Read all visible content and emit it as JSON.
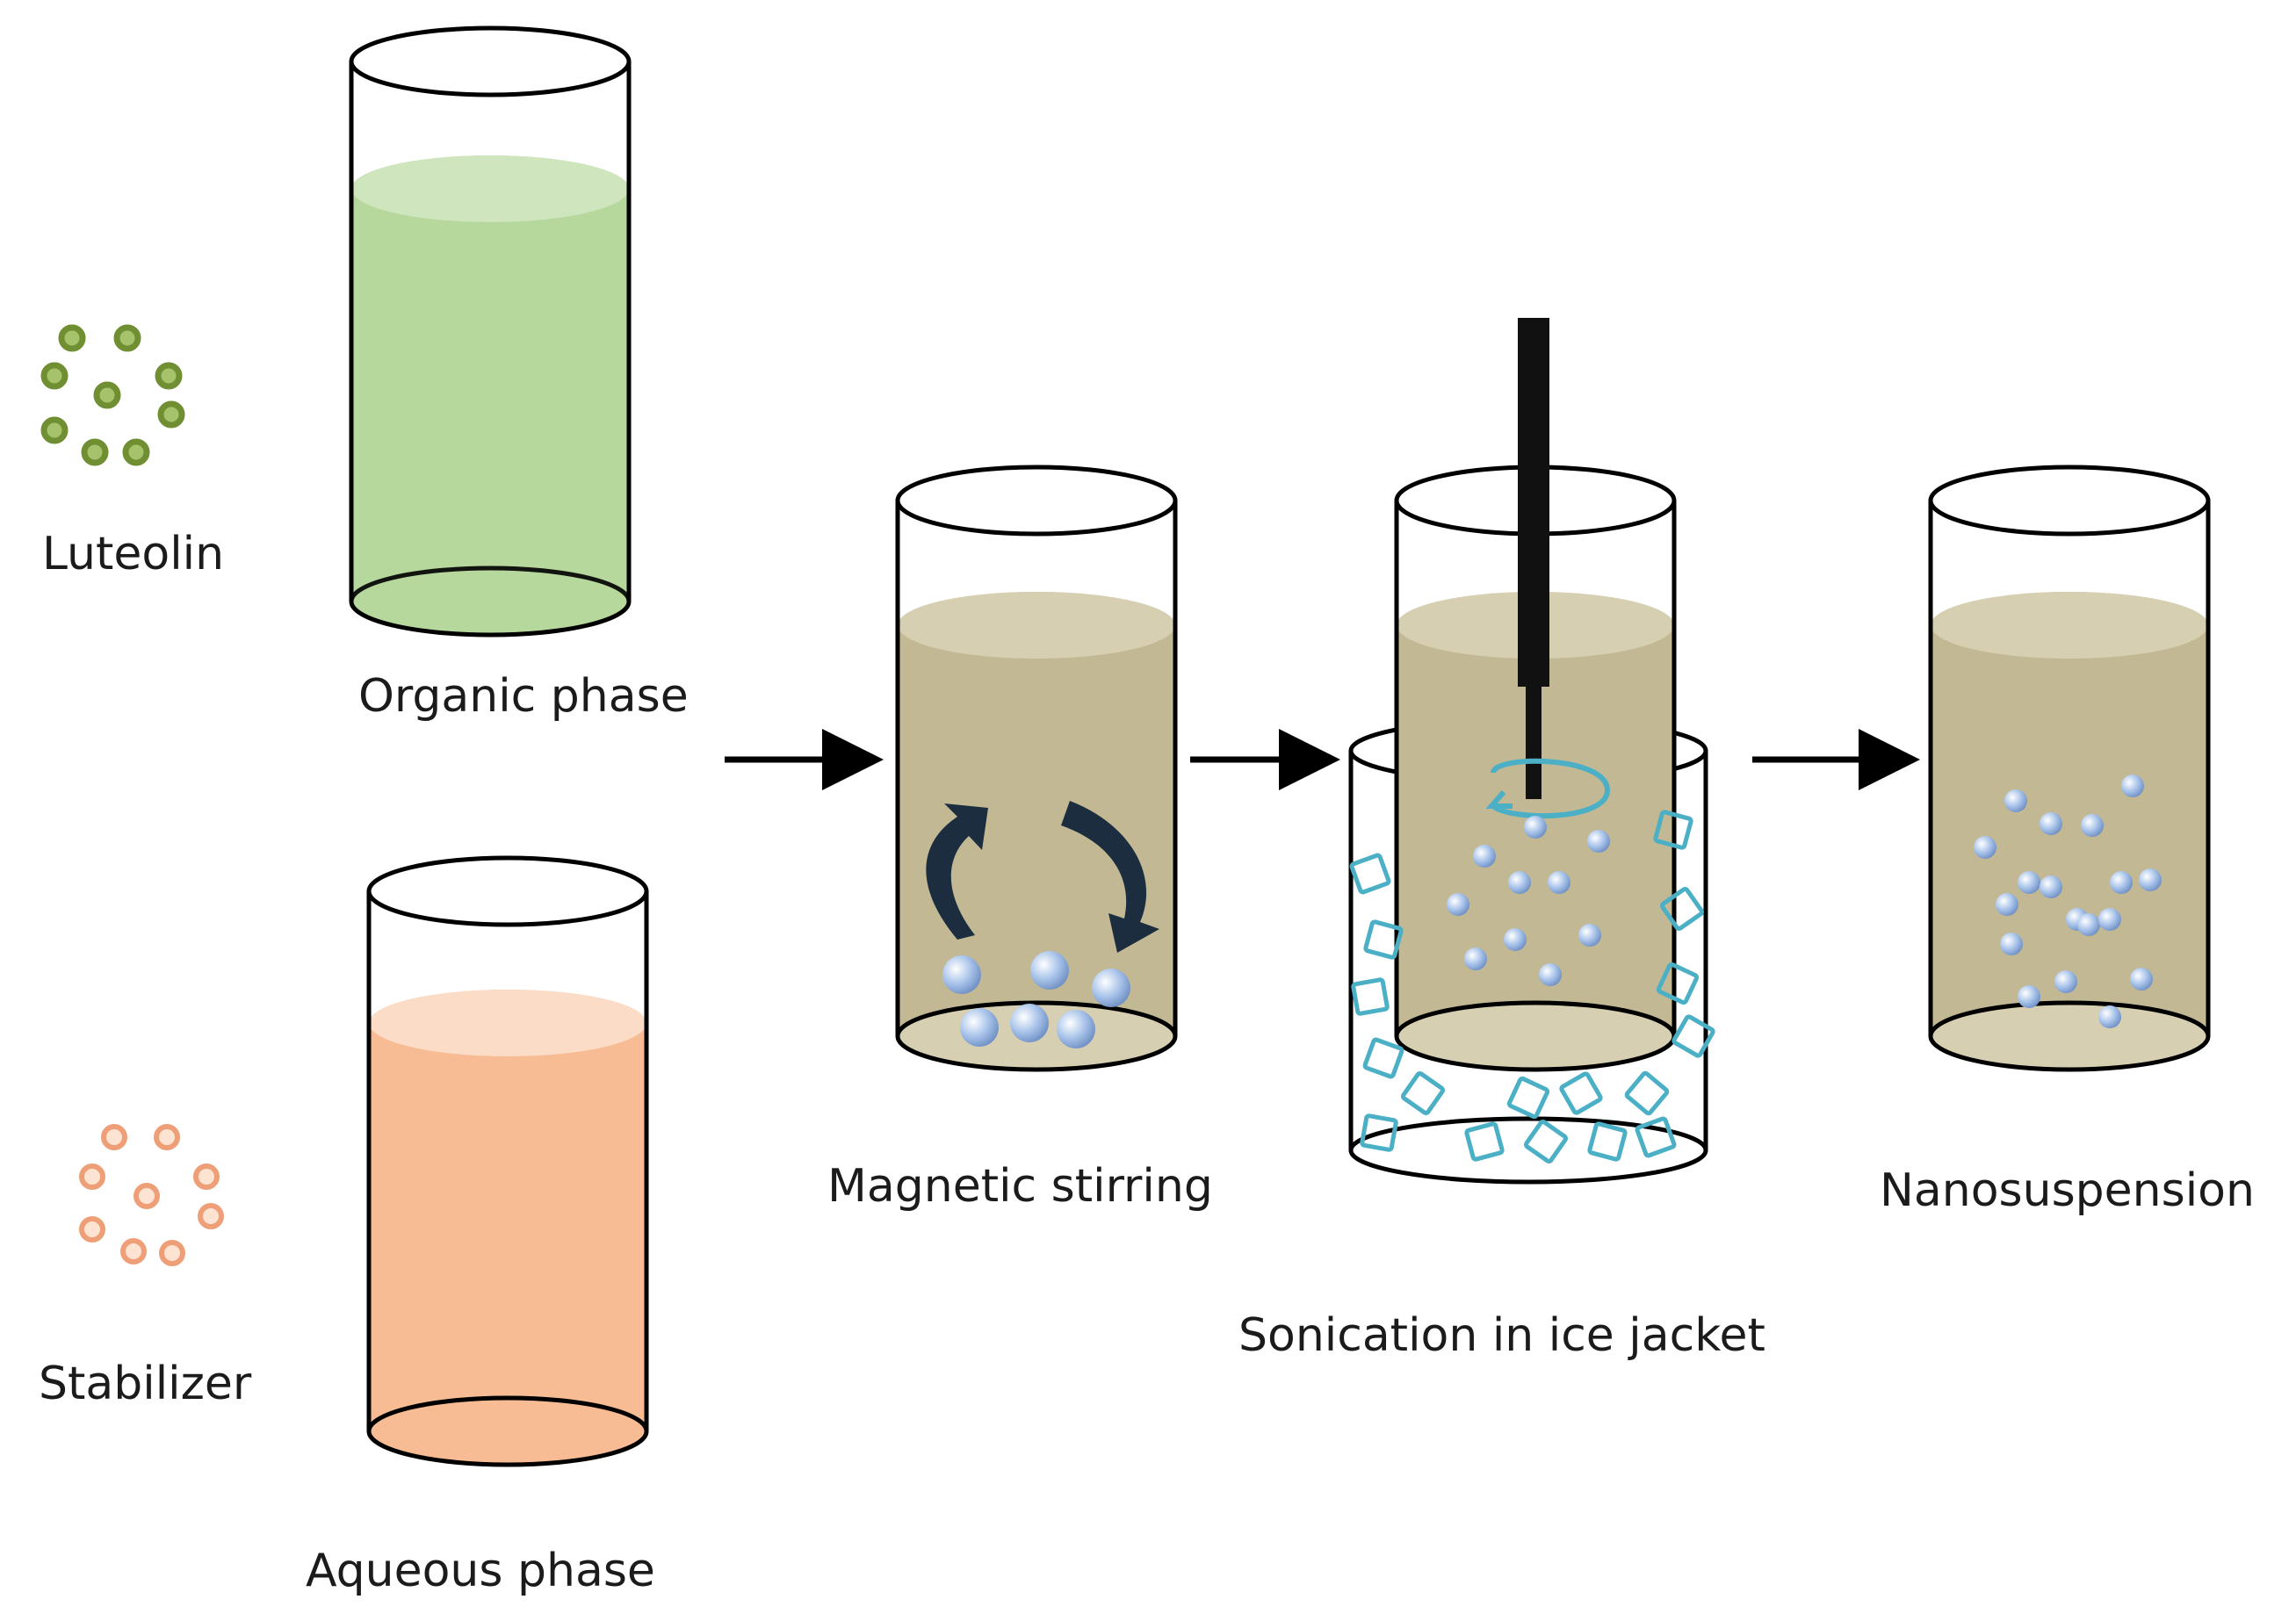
{
  "labels": {
    "luteolin": "Luteolin",
    "stabilizer": "Stabilizer",
    "organic_phase": "Organic phase",
    "aqueous_phase": "Aqueous phase",
    "magnetic_stirring": "Magnetic stirring",
    "sonication": "Sonication in ice jacket",
    "nanosuspension": "Nanosuspension"
  },
  "colors": {
    "luteolin": "#7a9a3a",
    "organic_liquid": "#b7d89d",
    "organic_surface": "#cfe5bd",
    "stabilizer": "#f0a47c",
    "aqueous_liquid": "#f7bc93",
    "aqueous_surface": "#fbdcc6",
    "mixture_liquid": "#c2b894",
    "mixture_surface": "#d6cfb1",
    "particle": "#a9c4ea",
    "ice": "#4bb0c6",
    "stir_arrow": "#1c2d3f",
    "probe": "#111111"
  },
  "icons": [
    "luteolin-molecules-icon",
    "stabilizer-molecules-icon",
    "stir-arrow-icon",
    "sonicator-probe-icon",
    "ice-cube-icon",
    "process-arrow-icon"
  ]
}
